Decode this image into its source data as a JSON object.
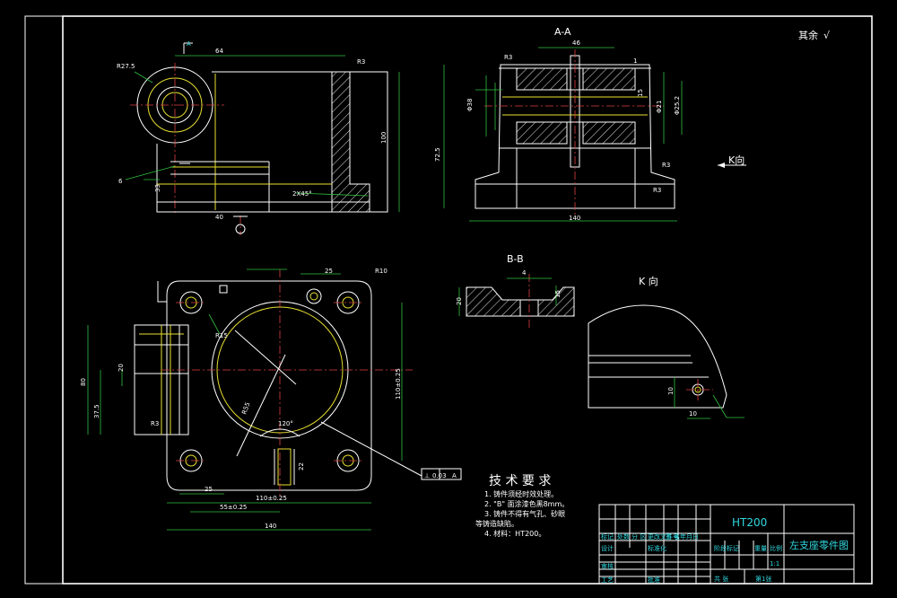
{
  "roughness_note": "其余",
  "roughness_mark": "√",
  "views": {
    "section_aa": "A-A",
    "section_bb": "B-B",
    "view_k": "K 向",
    "view_k_arrow": "K向",
    "section_a_marker": "A"
  },
  "dims_front": {
    "d64": "64",
    "r275": "R27.5",
    "r3": "R3",
    "d100": "100",
    "d33": "33",
    "d6": "6",
    "d2x45": "2X45°",
    "d40": "40"
  },
  "dims_section": {
    "d46": "46",
    "r3a": "R3",
    "r3b": "R3",
    "r3c": "R3",
    "d1": "1",
    "d725": "72.5",
    "d140": "140",
    "phi38": "Φ38",
    "phi21": "Φ21",
    "phi252": "Φ25.2",
    "d15": "15"
  },
  "dims_top": {
    "d25a": "25",
    "r10": "R10",
    "r15": "R15",
    "r3": "R3",
    "d20": "20",
    "d80": "80",
    "d375": "37.5",
    "r55": "R55",
    "a120": "120°",
    "d22": "22",
    "d25b": "25",
    "d110": "110±0.25",
    "d55": "55±0.25",
    "d140": "140",
    "d110v": "110±0.25",
    "tol": "0.03",
    "tol_ref": "A",
    "perp": "⊥"
  },
  "dims_bb": {
    "d20": "20",
    "d4": "4",
    "d15": "15"
  },
  "dims_k": {
    "d10a": "10",
    "d10b": "10"
  },
  "tech": {
    "title": "技 术 要 求",
    "items": [
      "1. 铸件须经时效处理。",
      "2. \"B\" 面涂漆色黑8mm。",
      "3. 铸件不得有气孔、砂眼",
      "等铸造缺陷。",
      "4. 材料：HT200。"
    ]
  },
  "title_block": {
    "material": "HT200",
    "part_name": "左支座零件图",
    "scale": "1:1",
    "sheet_info": "第1张",
    "sheets_total": "共 张",
    "headers": [
      "标记",
      "处数",
      "分 区",
      "更改文件号",
      "签 名",
      "年月日"
    ],
    "design": "设计",
    "std": "标准化",
    "review": "审核",
    "process": "工艺",
    "approve": "批准",
    "stage": "阶段标记",
    "weight": "重量",
    "ratio": "比例"
  }
}
